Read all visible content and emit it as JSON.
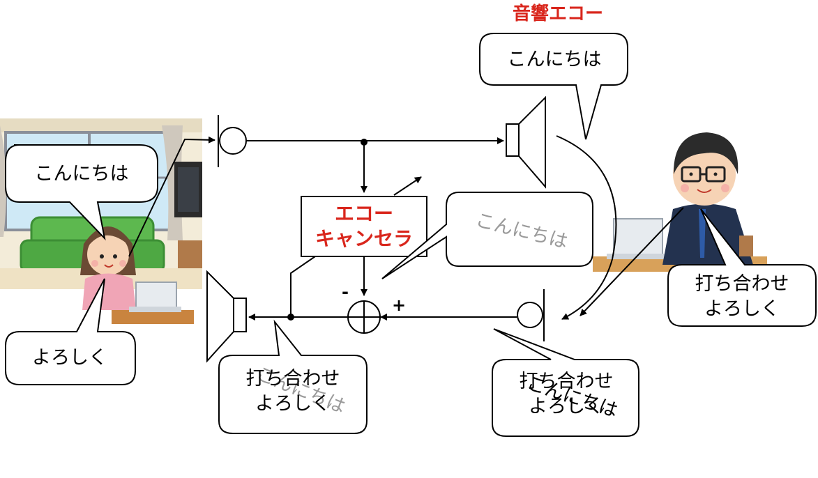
{
  "title": "音響エコー",
  "canceller": {
    "line1": "エコー",
    "line2": "キャンセラ"
  },
  "signs": {
    "minus": "-",
    "plus": "+"
  },
  "bubbles": {
    "left_top": "こんにちは",
    "left_bottom": "よろしく",
    "right_top": "こんにちは",
    "right_bottom_line1": "打ち合わせ",
    "right_bottom_line2": "よろしく",
    "ghost_middle": "こんにちは",
    "bottom_left_line1": "打ち合わせ",
    "bottom_left_line2": "よろしく",
    "bottom_left_ghost": "こんにちは",
    "bottom_right_line1": "打ち合わせ",
    "bottom_right_line2": "よろしく",
    "bottom_right_overlay": "こんにちは"
  },
  "colors": {
    "accent_red": "#d9261c",
    "line": "#000000",
    "ghost": "#9a9a9a",
    "sofa_green": "#5db84f",
    "wall": "#f3ecd9",
    "window_sky": "#cfe9f6",
    "suit_navy": "#23324f",
    "skin": "#f6d3b5"
  }
}
